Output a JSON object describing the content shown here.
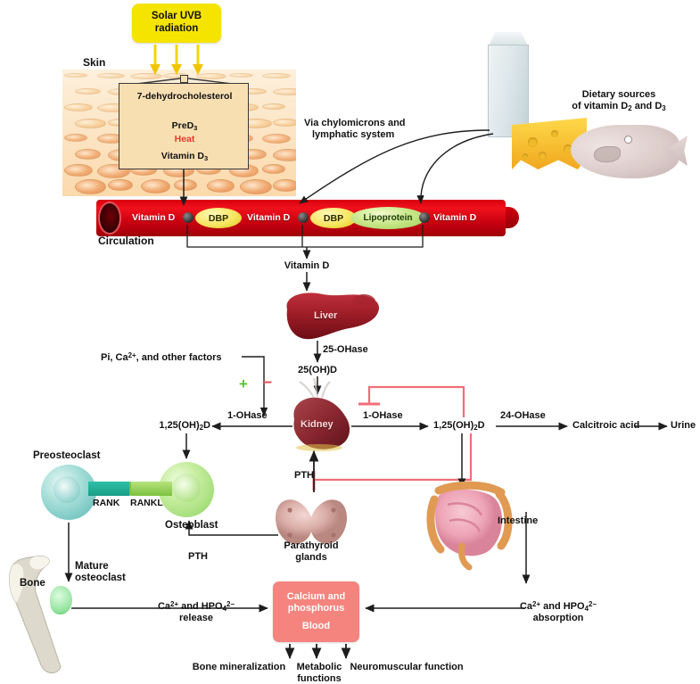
{
  "figure": {
    "title": "Vitamin D metabolism pathway",
    "accent_red": "#e8565b",
    "accent_green": "#5fbf3a",
    "blood_red": "#d7000f",
    "uvb_yellow": "#f5e400",
    "blood_box_pink": "#f5847f"
  },
  "skin": {
    "uvb_label_line1": "Solar UVB",
    "uvb_label_line2": "radiation",
    "skin_label": "Skin",
    "precursor": "7-dehydrocholesterol",
    "pre_d3": "PreD",
    "pre_d3_sub": "3",
    "heat_label": "Heat",
    "vitamin_d3": "Vitamin D",
    "vitamin_d3_sub": "3"
  },
  "diet": {
    "title_line1": "Dietary sources",
    "title_line2_pre": "of vitamin D",
    "title_sub1": "2",
    "title_mid": " and D",
    "title_sub2": "3",
    "transport_line1": "Via chylomicrons and",
    "transport_line2": "lymphatic system"
  },
  "circulation": {
    "label": "Circulation",
    "carrier_dbp": "DBP",
    "carrier_lipoprotein": "Lipoprotein",
    "vitamin_d_1": "Vitamin D",
    "vitamin_d_2": "Vitamin D",
    "vitamin_d_3": "Vitamin D",
    "output_label": "Vitamin D"
  },
  "liver": {
    "organ_label": "Liver",
    "enzyme": "25-OHase",
    "product": "25(OH)D"
  },
  "kidney": {
    "organ_label": "Kidney",
    "enzyme_left": "1-OHase",
    "enzyme_right": "1-OHase",
    "regulators": "Pi, Ca",
    "regulators_sup": "2+",
    "regulators_tail": ", and other factors",
    "plus_sign": "+",
    "minus_sign": "−",
    "product_left": "1,25(OH)",
    "product_left_sub": "2",
    "product_left_tail": "D",
    "product_right": "1,25(OH)",
    "product_right_sub": "2",
    "product_right_tail": "D",
    "catabolic_enzyme": "24-OHase",
    "catabolite": "Calcitroic acid",
    "excretion": "Urine"
  },
  "bone": {
    "preosteoclast": "Preosteoclast",
    "osteoblast": "Osteoblast",
    "rank": "RANK",
    "rankl": "RANKL",
    "bone_label": "Bone",
    "mature_osteoclast_line1": "Mature",
    "mature_osteoclast_line2": "osteoclast",
    "release_line1_pre": "Ca",
    "release_line1_sup": "2+",
    "release_line1_mid": " and HPO",
    "release_line1_sub": "4",
    "release_line1_sup2": "2−",
    "release_line2": "release",
    "pth_to_osteoblast": "PTH"
  },
  "parathyroid": {
    "label_line1": "Parathyroid",
    "label_line2": "glands",
    "pth_to_kidney": "PTH"
  },
  "intestine": {
    "label": "Intestine",
    "absorption_pre": "Ca",
    "absorption_sup": "2+",
    "absorption_mid": " and HPO",
    "absorption_sub": "4",
    "absorption_sup2": "2−",
    "absorption_line2": "absorption"
  },
  "blood": {
    "title_line1": "Calcium and",
    "title_line2": "phosphorus",
    "compartment": "Blood",
    "outputs": [
      "Bone mineralization",
      "Metabolic\nfunctions",
      "Neuromuscular function"
    ],
    "output_1": "Bone mineralization",
    "output_2_line1": "Metabolic",
    "output_2_line2": "functions",
    "output_3": "Neuromuscular function"
  }
}
